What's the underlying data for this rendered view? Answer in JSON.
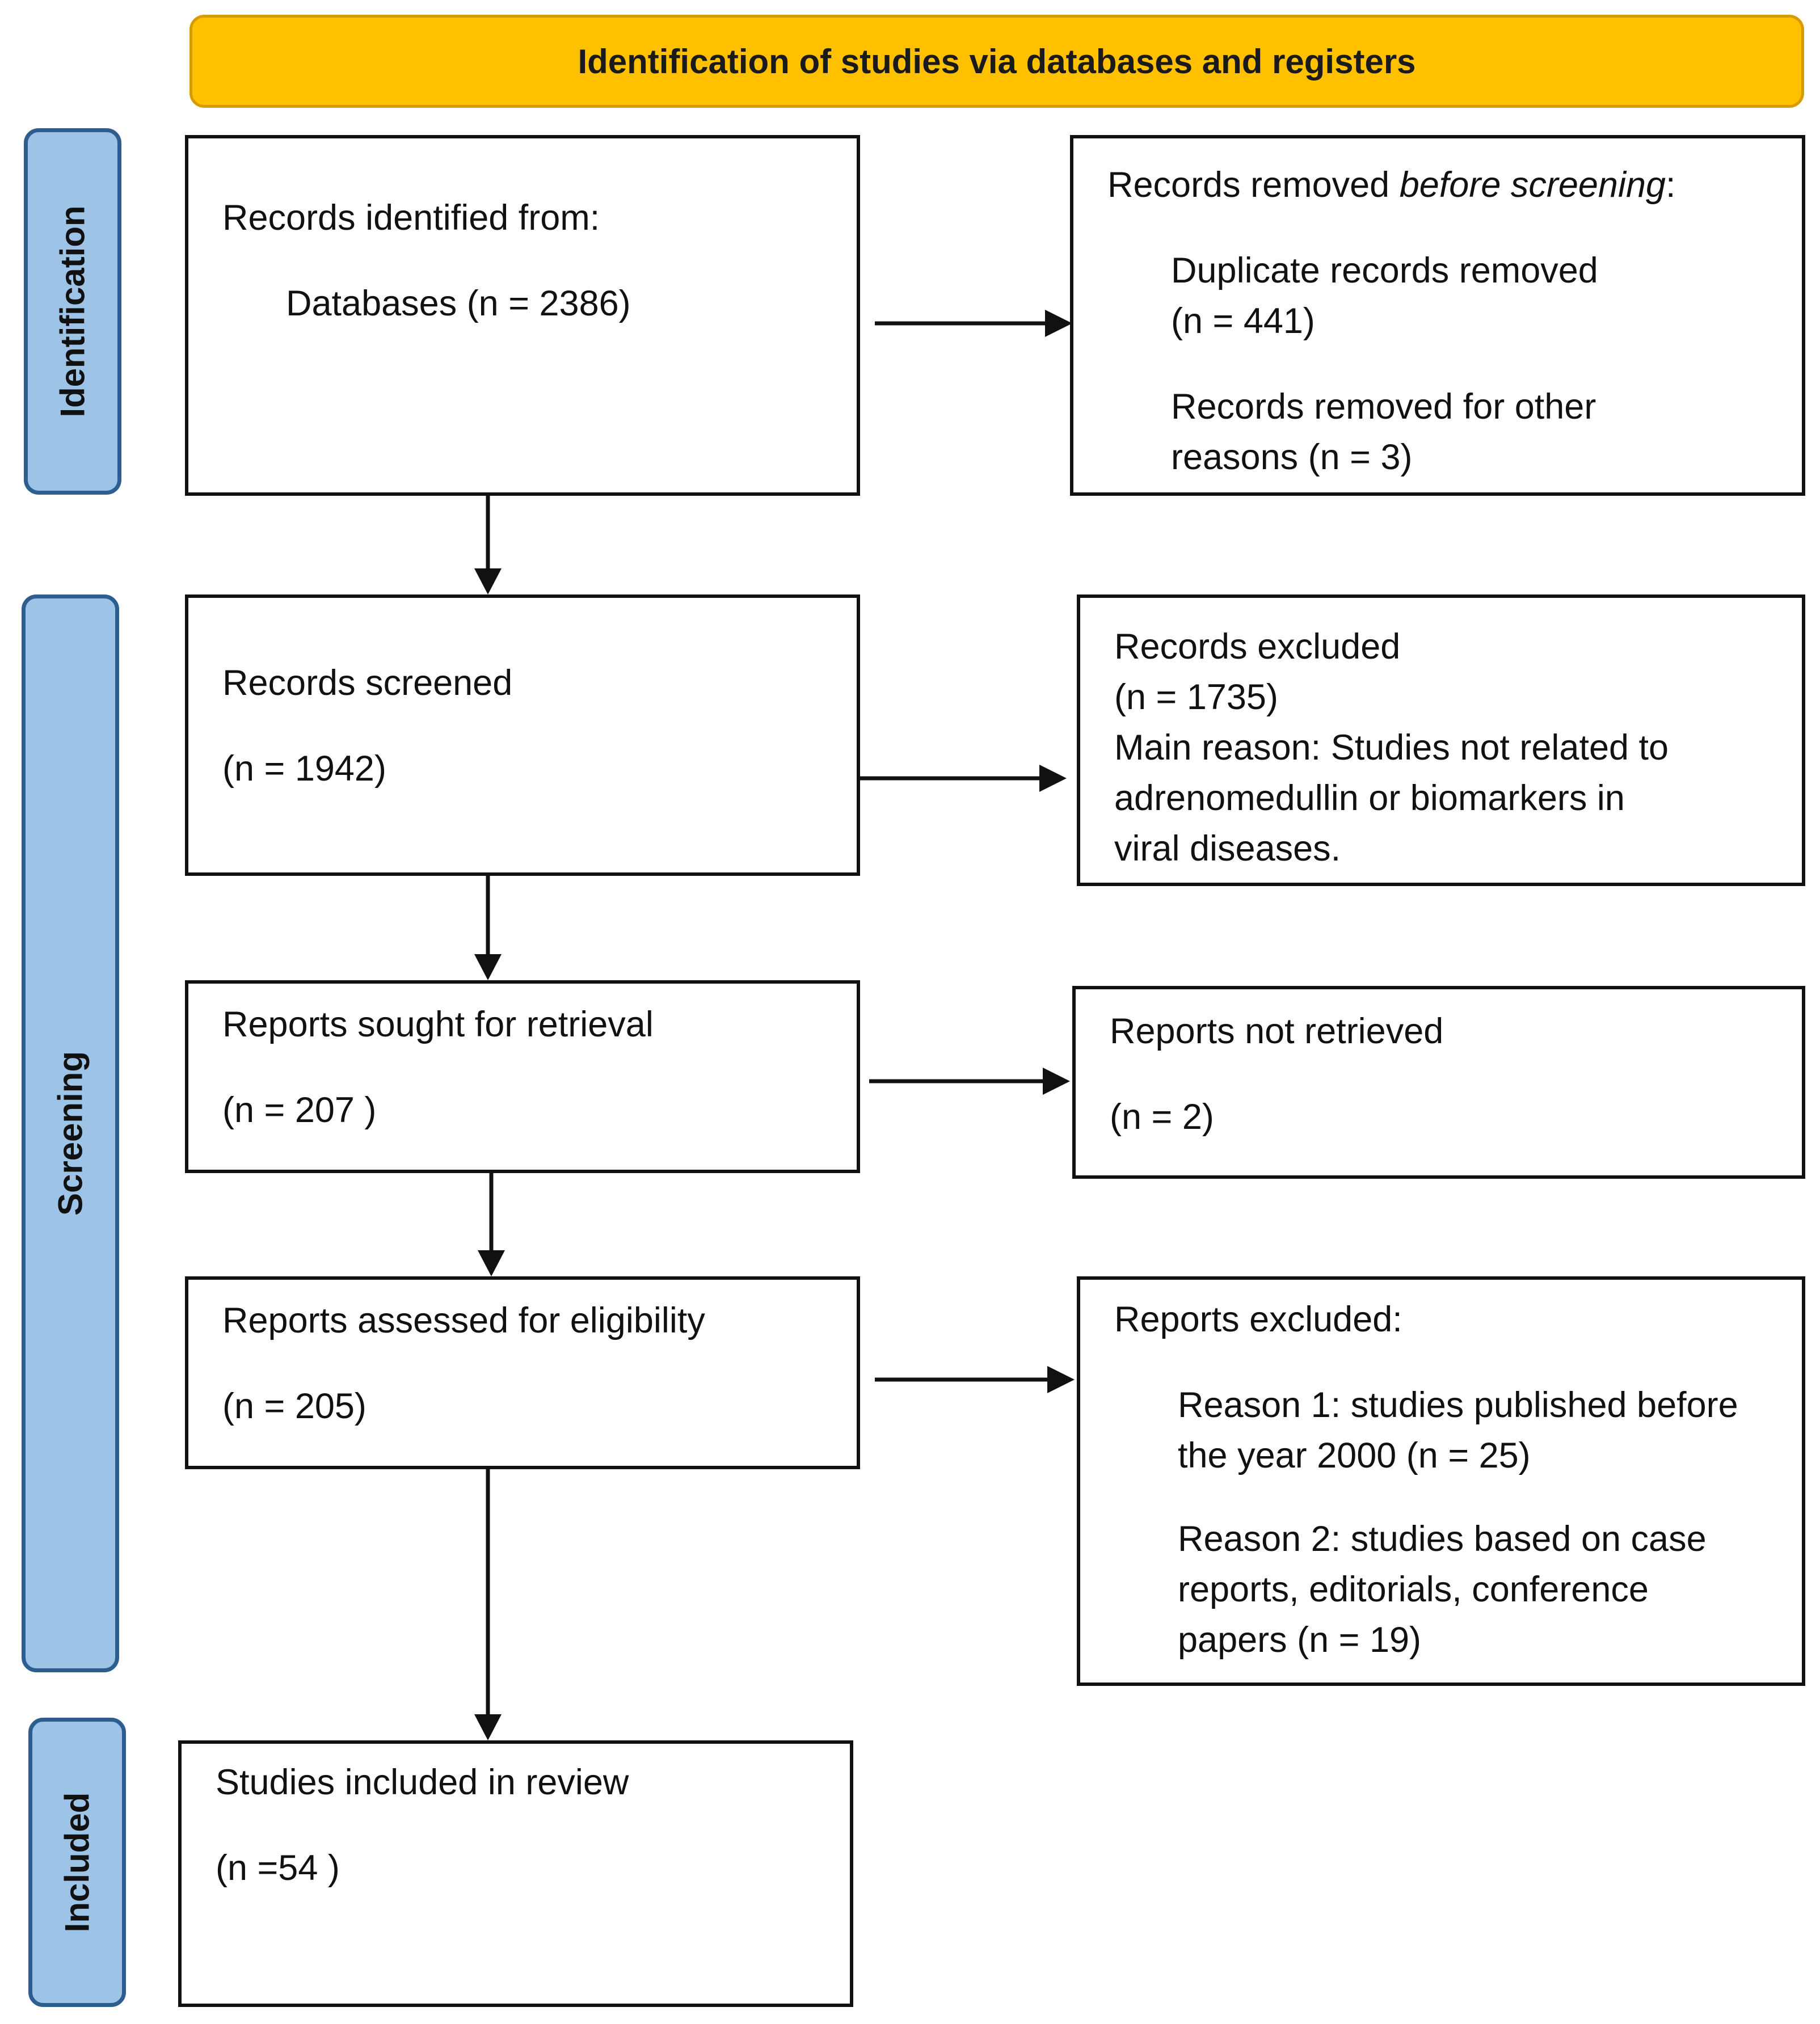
{
  "header": {
    "title": "Identification of studies via databases and registers"
  },
  "stages": {
    "identification": "Identification",
    "screening": "Screening",
    "included": "Included"
  },
  "boxes": {
    "records_identified": {
      "title": "Records identified from:",
      "databases": "Databases (n = 2386)"
    },
    "records_removed": {
      "title_prefix": "Records removed ",
      "title_italic": "before screening",
      "title_suffix": ":",
      "duplicates_line1": "Duplicate records removed",
      "duplicates_line2": "(n = 441)",
      "other_line1": "Records removed for other",
      "other_line2": "reasons (n = 3)"
    },
    "records_screened": {
      "title": "Records screened",
      "count": "(n = 1942)"
    },
    "records_excluded": {
      "title": "Records excluded",
      "count": "(n = 1735)",
      "reason_line1": "Main reason: Studies not related to",
      "reason_line2": "adrenomedullin or biomarkers in",
      "reason_line3": "viral diseases."
    },
    "reports_sought": {
      "title": "Reports sought for retrieval",
      "count": "(n = 207 )"
    },
    "reports_not_retrieved": {
      "title": "Reports not retrieved",
      "count": "(n = 2)"
    },
    "reports_assessed": {
      "title": "Reports assessed for eligibility",
      "count": "(n = 205)"
    },
    "reports_excluded": {
      "title": "Reports excluded:",
      "reason1_line1": "Reason 1: studies published before",
      "reason1_line2": "the year 2000 (n = 25)",
      "reason2_line1": "Reason 2: studies based on case",
      "reason2_line2": "reports, editorials, conference",
      "reason2_line3": "papers (n = 19)"
    },
    "studies_included": {
      "title": "Studies included in review",
      "count": "(n =54 )"
    }
  }
}
